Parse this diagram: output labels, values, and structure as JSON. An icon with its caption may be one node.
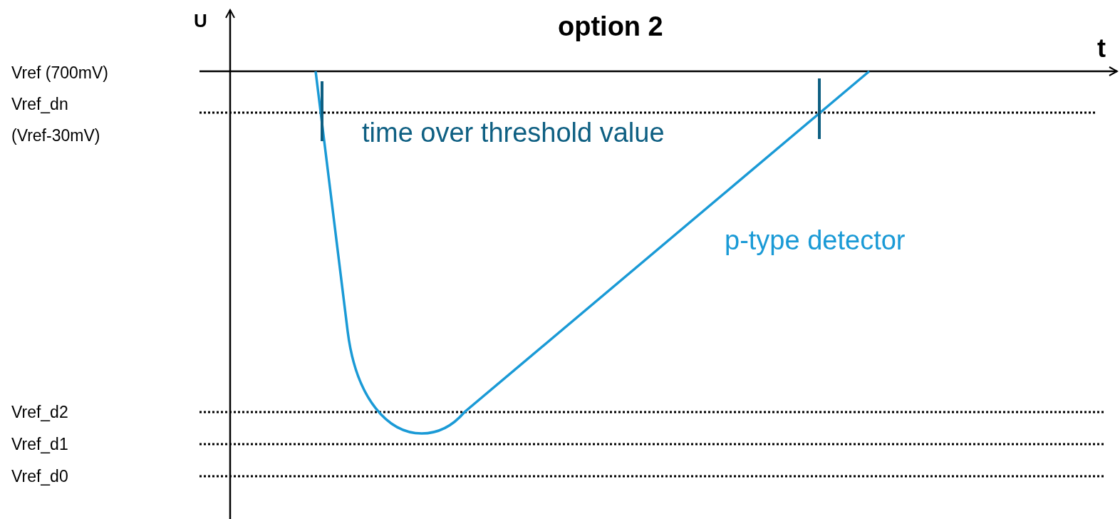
{
  "diagram": {
    "title": "option 2",
    "labels": [
      "U",
      "t",
      "Vref (700mV)",
      "Vref_dn",
      "(Vref-30mV)",
      "time over threshold value",
      "p-type detector",
      "Vref_d2",
      "Vref_d1",
      "Vref_d0"
    ]
  }
}
